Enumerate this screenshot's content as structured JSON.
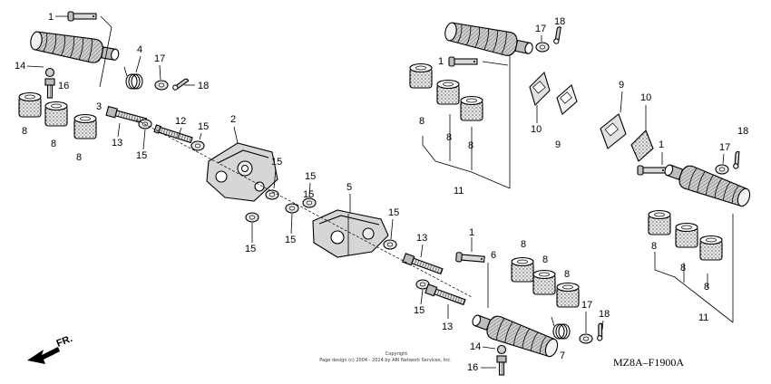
{
  "diagram_code": "MZ8A–F1900A",
  "direction_label": "FR.",
  "copyright": {
    "line1": "Copyright",
    "line2": "Page design (c) 2004 - 2014 by ARI Network Services, Inc."
  },
  "callouts": [
    {
      "id": "c1a",
      "text": "1"
    },
    {
      "id": "c1b",
      "text": "1"
    },
    {
      "id": "c1c",
      "text": "1"
    },
    {
      "id": "c1d",
      "text": "1"
    },
    {
      "id": "c2",
      "text": "2"
    },
    {
      "id": "c3",
      "text": "3"
    },
    {
      "id": "c4",
      "text": "4"
    },
    {
      "id": "c5",
      "text": "5"
    },
    {
      "id": "c6",
      "text": "6"
    },
    {
      "id": "c7",
      "text": "7"
    },
    {
      "id": "c8a",
      "text": "8"
    },
    {
      "id": "c8b",
      "text": "8"
    },
    {
      "id": "c8c",
      "text": "8"
    },
    {
      "id": "c8d",
      "text": "8"
    },
    {
      "id": "c8e",
      "text": "8"
    },
    {
      "id": "c8f",
      "text": "8"
    },
    {
      "id": "c8g",
      "text": "8"
    },
    {
      "id": "c8h",
      "text": "8"
    },
    {
      "id": "c8i",
      "text": "8"
    },
    {
      "id": "c8j",
      "text": "8"
    },
    {
      "id": "c8k",
      "text": "8"
    },
    {
      "id": "c8l",
      "text": "8"
    },
    {
      "id": "c9a",
      "text": "9"
    },
    {
      "id": "c9b",
      "text": "9"
    },
    {
      "id": "c10a",
      "text": "10"
    },
    {
      "id": "c10b",
      "text": "10"
    },
    {
      "id": "c11a",
      "text": "11"
    },
    {
      "id": "c11b",
      "text": "11"
    },
    {
      "id": "c12",
      "text": "12"
    },
    {
      "id": "c13a",
      "text": "13"
    },
    {
      "id": "c13b",
      "text": "13"
    },
    {
      "id": "c13c",
      "text": "13"
    },
    {
      "id": "c14a",
      "text": "14"
    },
    {
      "id": "c14b",
      "text": "14"
    },
    {
      "id": "c15a",
      "text": "15"
    },
    {
      "id": "c15b",
      "text": "15"
    },
    {
      "id": "c15c",
      "text": "15"
    },
    {
      "id": "c15d",
      "text": "15"
    },
    {
      "id": "c15e",
      "text": "15"
    },
    {
      "id": "c15f",
      "text": "15"
    },
    {
      "id": "c15g",
      "text": "15"
    },
    {
      "id": "c15h",
      "text": "15"
    },
    {
      "id": "c15i",
      "text": "15"
    },
    {
      "id": "c16a",
      "text": "16"
    },
    {
      "id": "c16b",
      "text": "16"
    },
    {
      "id": "c17a",
      "text": "17"
    },
    {
      "id": "c17b",
      "text": "17"
    },
    {
      "id": "c17c",
      "text": "17"
    },
    {
      "id": "c17d",
      "text": "17"
    },
    {
      "id": "c18a",
      "text": "18"
    },
    {
      "id": "c18b",
      "text": "18"
    },
    {
      "id": "c18c",
      "text": "18"
    },
    {
      "id": "c18d",
      "text": "18"
    }
  ]
}
